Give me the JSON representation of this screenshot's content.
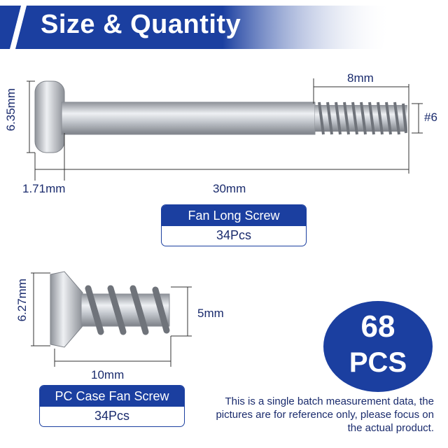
{
  "header": {
    "title": "Size & Quantity",
    "bar_color": "#1b3fa0"
  },
  "long_screw": {
    "dims": {
      "head_height": "6.35mm",
      "head_thickness": "1.71mm",
      "length": "30mm",
      "thread_length": "8mm",
      "thread_size": "#6"
    },
    "label": {
      "name": "Fan Long Screw",
      "qty": "34Pcs"
    }
  },
  "case_screw": {
    "dims": {
      "head_diameter": "6.27mm",
      "thread_diameter": "5mm",
      "length": "10mm"
    },
    "label": {
      "name": "PC Case Fan Screw",
      "qty": "34Pcs"
    }
  },
  "total": {
    "number": "68",
    "unit": "PCS"
  },
  "note": "This is a single batch measurement data, the pictures are for reference only, please focus on the actual product.",
  "colors": {
    "brand": "#1b3fa0",
    "text": "#1a2b6d",
    "metal": "#c8ccd2"
  }
}
